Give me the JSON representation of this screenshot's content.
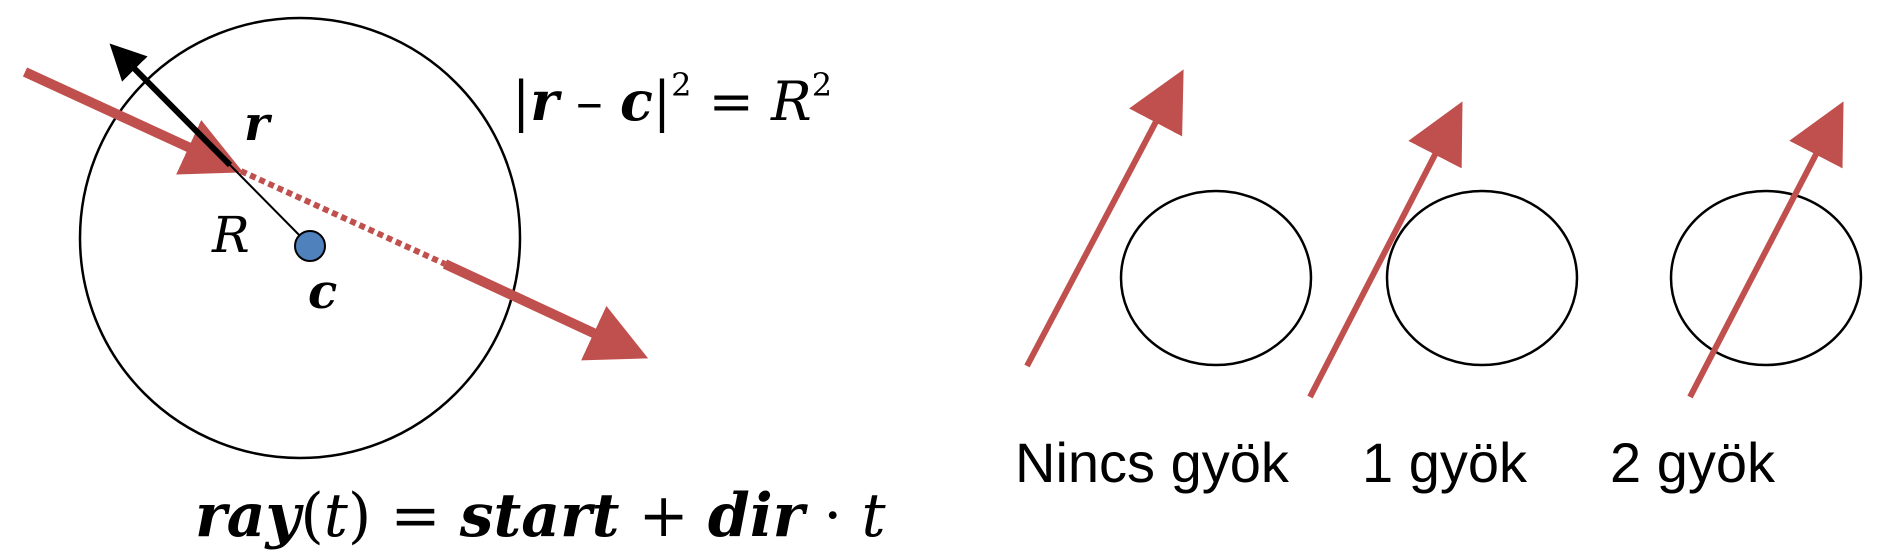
{
  "left_figure": {
    "formula_sphere": {
      "bar_left": "|",
      "r": "r",
      "minus": " – ",
      "c": "c",
      "bar_right": "|",
      "sq1": "2",
      "eq": " = ",
      "R": "R",
      "sq2": "2"
    },
    "label_r": "r",
    "label_R": "R",
    "label_c": "c",
    "formula_ray": {
      "ray": "ray",
      "open": "(",
      "t": "t",
      "close": ")",
      "eq": " = ",
      "start": "start",
      "plus": " + ",
      "dir": "dir",
      "dot": " · ",
      "t2": "t"
    }
  },
  "right_figure": {
    "cases": [
      {
        "label": "Nincs gyök"
      },
      {
        "label": "1 gyök"
      },
      {
        "label": "2 gyök"
      }
    ]
  },
  "colors": {
    "ray": "#c0504d",
    "center_fill": "#4f81bd",
    "stroke": "#000000"
  }
}
